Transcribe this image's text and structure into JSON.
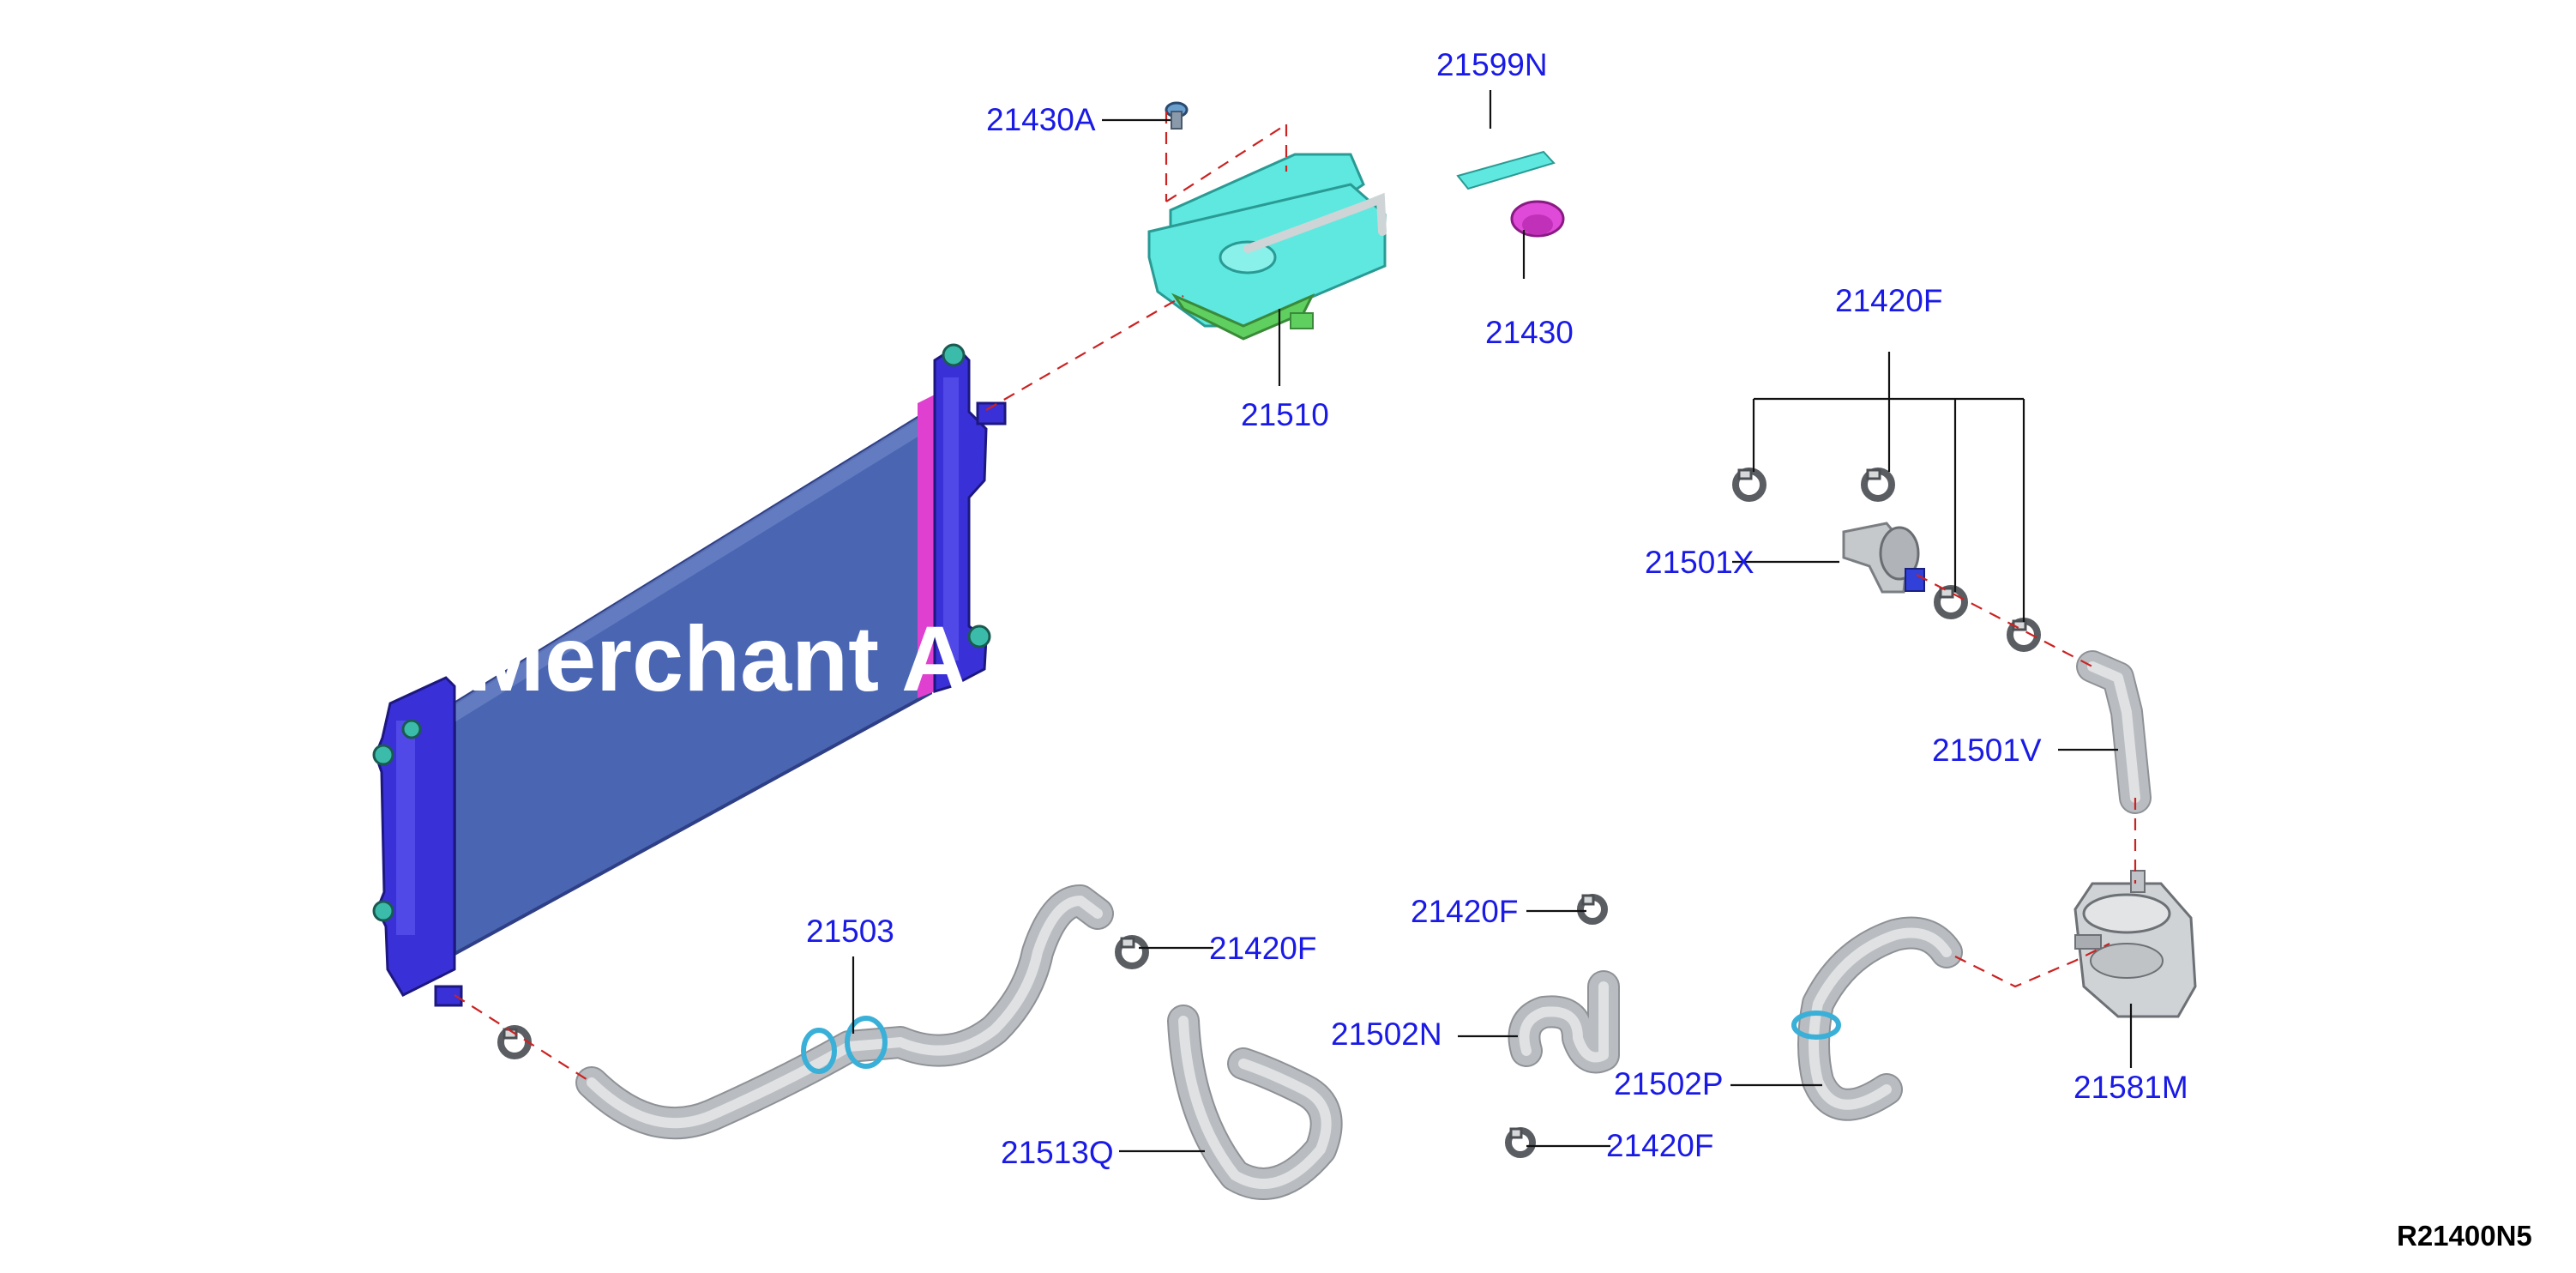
{
  "diagram": {
    "watermark": "Merchant A",
    "diagram_code": "R21400N5",
    "part_labels": {
      "p21599N": "21599N",
      "p21430A": "21430A",
      "p21430": "21430",
      "p21510": "21510",
      "p21420F_top": "21420F",
      "p21501X": "21501X",
      "p21501V": "21501V",
      "p21503": "21503",
      "p21420F_mid_left": "21420F",
      "p21420F_mid": "21420F",
      "p21502N": "21502N",
      "p21502P": "21502P",
      "p21581M": "21581M",
      "p21513Q": "21513Q",
      "p21420F_bottom": "21420F"
    },
    "colors": {
      "label_text": "#1a1ae6",
      "radiator_core": "#4a66b3",
      "radiator_tank": "#3a30d8",
      "radiator_seal": "#e040d0",
      "reservoir": "#5ee8e0",
      "reservoir_base": "#5fcf5f",
      "cap": "#e04ad8",
      "hose": "#b9bcc0",
      "leader_dash": "#cc2222"
    }
  }
}
